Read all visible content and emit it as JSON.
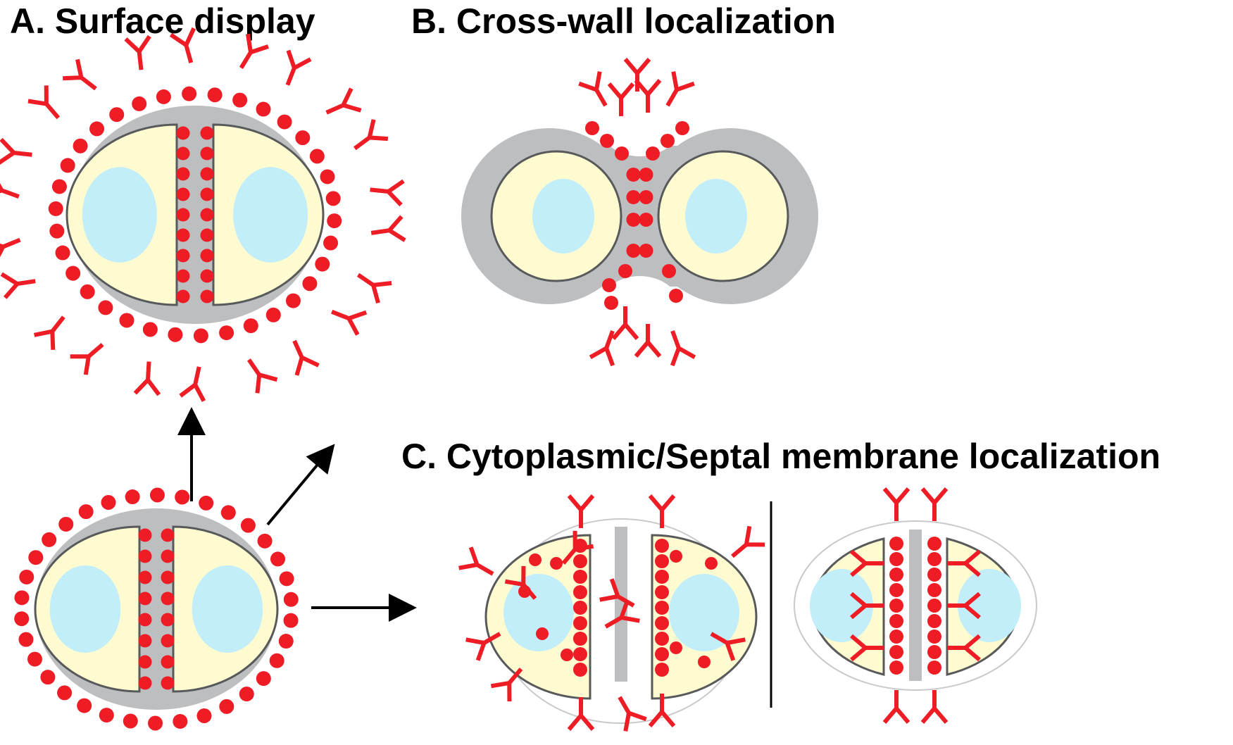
{
  "panels": {
    "a": {
      "title": "A. Surface display"
    },
    "b": {
      "title": "B. Cross-wall localization"
    },
    "c": {
      "title": "C. Cytoplasmic/Septal membrane localization"
    }
  },
  "colors": {
    "protein": "#ee1c25",
    "cell_wall": "#bcbec0",
    "cytoplasm": "#fffbd1",
    "nucleoid": "#c2eefa",
    "membrane_outline": "#58595b",
    "arrow": "#000000"
  },
  "icons": {
    "antibody": "antibody-icon",
    "protein_dot": "protein-dot-icon",
    "arrow": "arrow-icon"
  }
}
